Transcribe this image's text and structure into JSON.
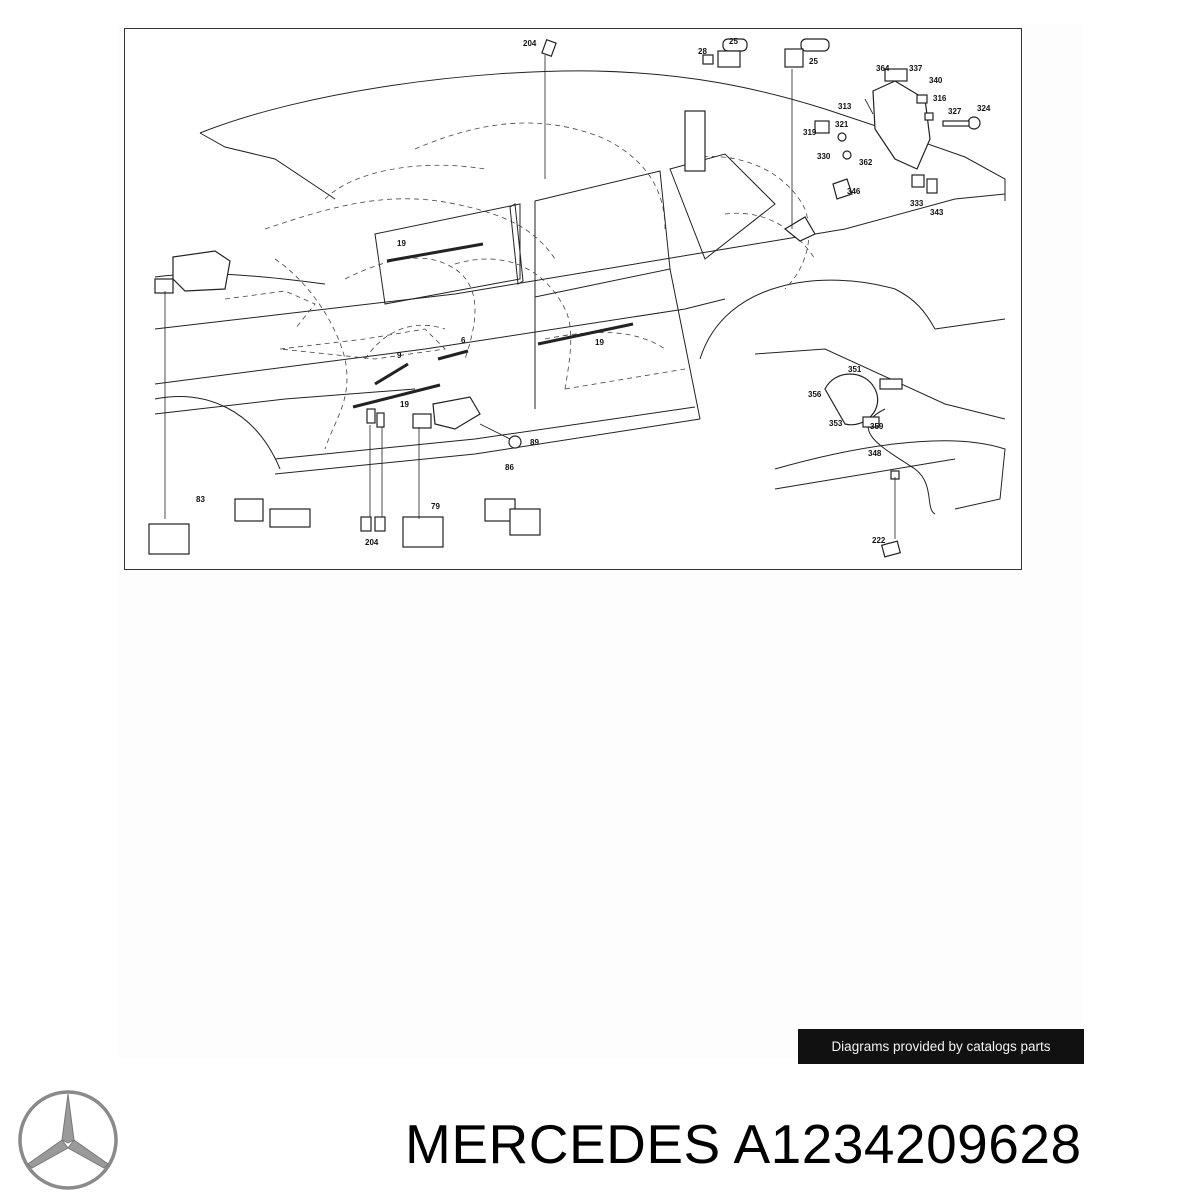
{
  "diagram": {
    "callouts": [
      {
        "id": "c204a",
        "text": "204"
      },
      {
        "id": "c28",
        "text": "28"
      },
      {
        "id": "c25a",
        "text": "25"
      },
      {
        "id": "c25b",
        "text": "25"
      },
      {
        "id": "c364",
        "text": "364"
      },
      {
        "id": "c337",
        "text": "337"
      },
      {
        "id": "c340",
        "text": "340"
      },
      {
        "id": "c313",
        "text": "313"
      },
      {
        "id": "c316",
        "text": "316"
      },
      {
        "id": "c327",
        "text": "327"
      },
      {
        "id": "c324",
        "text": "324"
      },
      {
        "id": "c319",
        "text": "319"
      },
      {
        "id": "c321",
        "text": "321"
      },
      {
        "id": "c330",
        "text": "330"
      },
      {
        "id": "c362",
        "text": "362"
      },
      {
        "id": "c346",
        "text": "346"
      },
      {
        "id": "c333",
        "text": "333"
      },
      {
        "id": "c343",
        "text": "343"
      },
      {
        "id": "c19a",
        "text": "19"
      },
      {
        "id": "c19b",
        "text": "19"
      },
      {
        "id": "c19c",
        "text": "19"
      },
      {
        "id": "c9",
        "text": "9"
      },
      {
        "id": "c6",
        "text": "6"
      },
      {
        "id": "c89",
        "text": "89"
      },
      {
        "id": "c86",
        "text": "86"
      },
      {
        "id": "c83",
        "text": "83"
      },
      {
        "id": "c79",
        "text": "79"
      },
      {
        "id": "c204b",
        "text": "204"
      },
      {
        "id": "c351",
        "text": "351"
      },
      {
        "id": "c356",
        "text": "356"
      },
      {
        "id": "c353",
        "text": "353"
      },
      {
        "id": "c359",
        "text": "359"
      },
      {
        "id": "c348",
        "text": "348"
      },
      {
        "id": "c222",
        "text": "222"
      }
    ]
  },
  "credit": {
    "text": "Diagrams provided by catalogs parts"
  },
  "product": {
    "title": "MERCEDES A1234209628"
  },
  "brand": {
    "logo_icon": "three-pointed-star-icon",
    "color": "#8a8a8a"
  }
}
